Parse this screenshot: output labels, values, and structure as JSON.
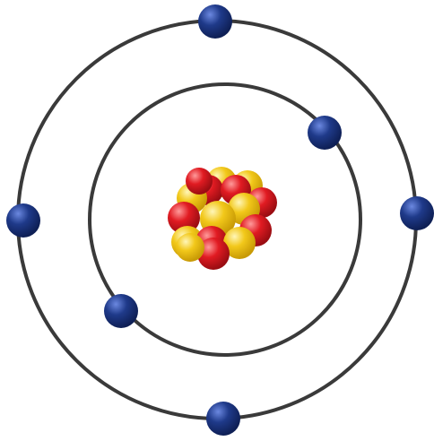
{
  "diagram": {
    "type": "atom-model",
    "colors": {
      "background": "#ffffff",
      "orbit": "#3a3a3a",
      "electron": "#1f3a8a",
      "electron_highlight": "#5f7fd6",
      "proton": "#e11b22",
      "proton_highlight": "#ff8a8a",
      "neutron": "#f2c81a",
      "neutron_highlight": "#fff3a8"
    },
    "shells": [
      {
        "name": "inner-shell",
        "electron_count": 2
      },
      {
        "name": "outer-shell",
        "electron_count": 4
      }
    ],
    "nucleus": {
      "protons": 8,
      "neutrons": 8
    }
  }
}
